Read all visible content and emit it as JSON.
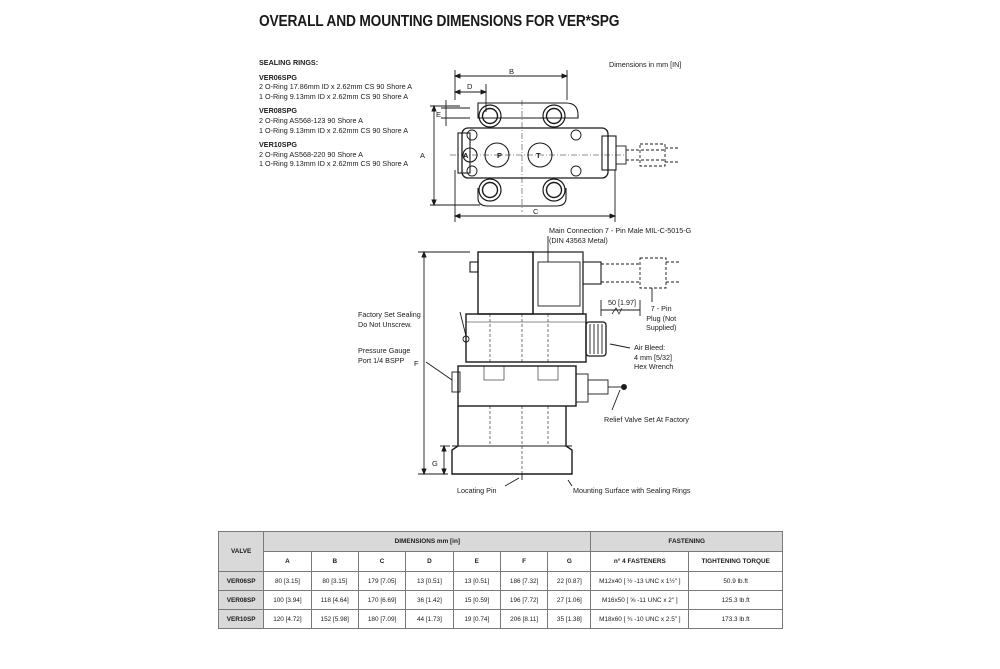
{
  "title": "OVERALL AND MOUNTING DIMENSIONS FOR VER*SPG",
  "sealing": {
    "heading": "SEALING RINGS:",
    "groups": [
      {
        "name": "VER06SPG",
        "lines": [
          "2 O-Ring 17.86mm ID x 2.62mm CS 90 Shore A",
          "1 O-Ring 9.13mm ID x 2.62mm CS 90 Shore A"
        ]
      },
      {
        "name": "VER08SPG",
        "lines": [
          "2 O-Ring AS568-123 90 Shore A",
          "1 O-Ring 9.13mm ID x 2.62mm CS 90 Shore A"
        ]
      },
      {
        "name": "VER10SPG",
        "lines": [
          "2 O-Ring AS568-220 90 Shore A",
          "1 O-Ring 9.13mm ID x 2.62mm CS 90 Shore A"
        ]
      }
    ]
  },
  "units_note": "Dimensions in mm [IN]",
  "dimension_letters": {
    "a": "A",
    "b": "B",
    "c": "C",
    "d": "D",
    "e": "E",
    "f": "F",
    "g": "G"
  },
  "port_letters": {
    "a": "A",
    "p": "P",
    "t": "T"
  },
  "callouts": {
    "main_connection_1": "Main Connection 7 - Pin Male MIL-C-5015-G",
    "main_connection_2": "(DIN 43563 Metal)",
    "dim_50": "50 [1.97]",
    "plug_1": "7 - Pin",
    "plug_2": "Plug (Not",
    "plug_3": "Supplied)",
    "factory_1": "Factory Set Sealing .",
    "factory_2": "Do Not Unscrew.",
    "gauge_1": "Pressure Gauge",
    "gauge_2": "Port 1/4  BSPP",
    "air_1": "Air Bleed:",
    "air_2": "4 mm [5/32]",
    "air_3": "Hex Wrench",
    "relief": "Relief Valve Set At Factory",
    "locating_pin": "Locating Pin",
    "mounting_surface": "Mounting Surface with Sealing Rings"
  },
  "table": {
    "valve_header": "VALVE",
    "dimensions_header": "DIMENSIONS mm [in]",
    "fastening_header": "FASTENING",
    "columns": [
      "A",
      "B",
      "C",
      "D",
      "E",
      "F",
      "G"
    ],
    "fastener_col": "n° 4  FASTENERS",
    "torque_col": "TIGHTENING TORQUE",
    "rows": [
      {
        "valve": "VER06SP",
        "dims": [
          "80 [3.15]",
          "80 [3.15]",
          "179 [7.05]",
          "13 [0.51]",
          "13 [0.51]",
          "186 [7.32]",
          "22 [0.87]"
        ],
        "fasteners": "M12x40 [ ½ -13 UNC x 1½\" ]",
        "torque": "50.9 lb.ft"
      },
      {
        "valve": "VER08SP",
        "dims": [
          "100 [3.94]",
          "118 [4.64]",
          "170 [6.69]",
          "36 [1.42]",
          "15 [0.59]",
          "196 [7.72]",
          "27 [1.06]"
        ],
        "fasteners": "M16x50 [ ⅝ -11 UNC x 2\" ]",
        "torque": "125.3 lb.ft"
      },
      {
        "valve": "VER10SP",
        "dims": [
          "120 [4.72]",
          "152 [5.98]",
          "180 [7.09]",
          "44 [1.73]",
          "19 [0.74]",
          "206 [8.11]",
          "35 [1.38]"
        ],
        "fasteners": "M18x60 [ ¾ -10 UNC x 2.5\" ]",
        "torque": "173.3 lb.ft"
      }
    ]
  },
  "colors": {
    "line": "#1a1a1a",
    "header_fill": "#d9d9d9",
    "dash": "#444444"
  }
}
